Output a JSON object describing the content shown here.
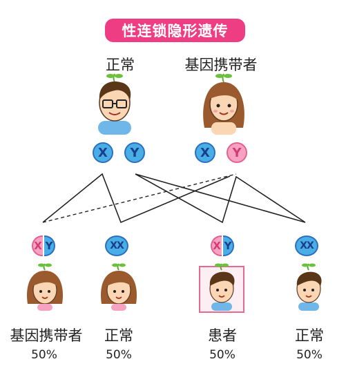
{
  "title": "性连锁隐形遗传",
  "parents": [
    {
      "label": "正常",
      "chromosomes": [
        "X",
        "Y"
      ]
    },
    {
      "label": "基因携带者",
      "chromosomes": [
        "X",
        "Y"
      ]
    }
  ],
  "children": [
    {
      "label": "基因携带者",
      "percent": "50%",
      "chromosomes": [
        "X",
        "Y"
      ]
    },
    {
      "label": "正常",
      "percent": "50%",
      "chromosomes": "XX"
    },
    {
      "label": "患者",
      "percent": "50%",
      "chromosomes": [
        "X",
        "Y"
      ]
    },
    {
      "label": "正常",
      "percent": "50%",
      "chromosomes": "XX"
    }
  ],
  "colors": {
    "accent": "#ee3d82",
    "x_chromosome": "#4aaee6",
    "y_affected": "#f6a2c0"
  }
}
